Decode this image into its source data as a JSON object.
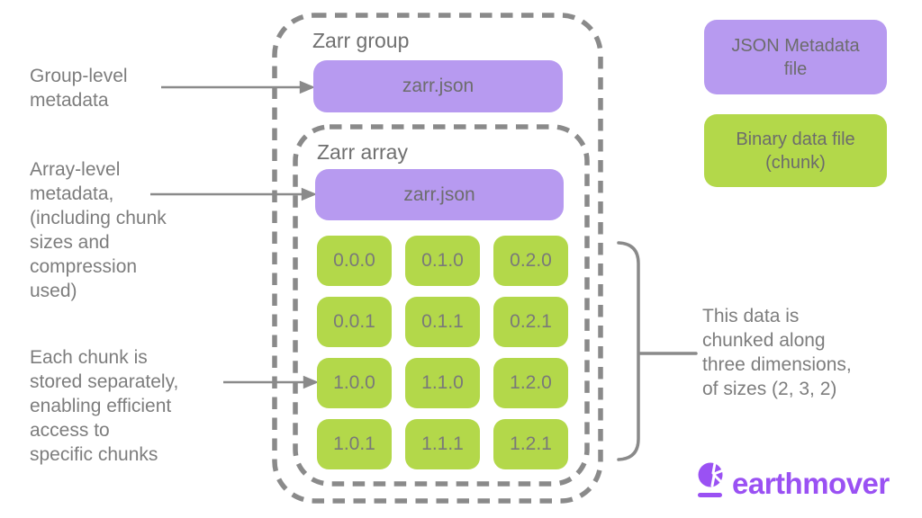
{
  "colors": {
    "purple_box": "#b79af0",
    "green_box": "#b3d84a",
    "dash_gray": "#8a8a8a",
    "text_gray": "#7d7d7d",
    "logo_purple": "#9a51f3"
  },
  "diagram": {
    "group_label": "Zarr group",
    "group_metadata_file": "zarr.json",
    "array_label": "Zarr array",
    "array_metadata_file": "zarr.json",
    "chunks": [
      "0.0.0",
      "0.1.0",
      "0.2.0",
      "0.0.1",
      "0.1.1",
      "0.2.1",
      "1.0.0",
      "1.1.0",
      "1.2.0",
      "1.0.1",
      "1.1.1",
      "1.2.1"
    ]
  },
  "annotations": {
    "group_level": "Group-level\nmetadata",
    "array_level": "Array-level\nmetadata,\n(including chunk\nsizes and\ncompression\nused)",
    "chunk_note": "Each chunk is\nstored separately,\nenabling efficient\naccess to\nspecific chunks",
    "dimension_note": "This data is\nchunked along\nthree dimensions,\nof sizes (2, 3, 2)"
  },
  "legend": {
    "json_file": "JSON Metadata\nfile",
    "binary_file": "Binary data file\n(chunk)"
  },
  "logo": {
    "wordmark": "earthmover"
  }
}
